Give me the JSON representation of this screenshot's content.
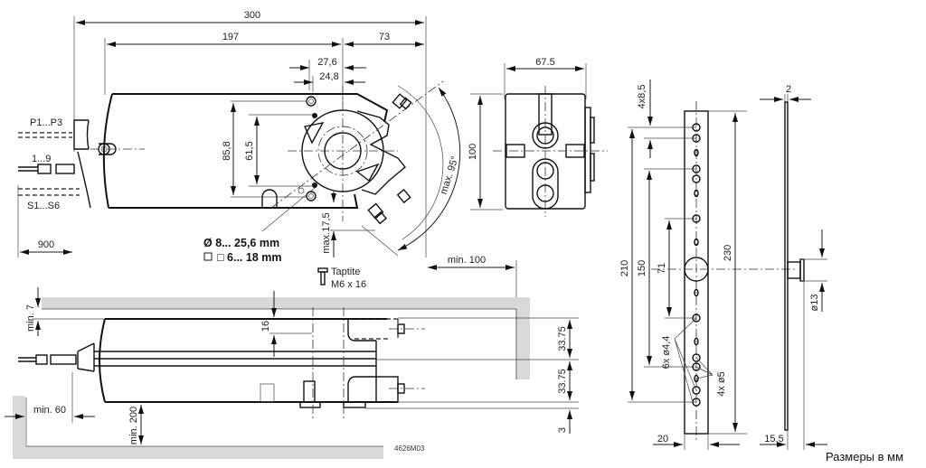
{
  "drawing": {
    "title_note": "Размеры в мм",
    "drawing_number": "4626M03",
    "top_view": {
      "dim_total_length": "300",
      "dim_body_length": "197",
      "dim_hub_offset": "73",
      "dim_mount_outer": "27,6",
      "dim_mount_inner": "24,8",
      "dim_height_outer": "85,8",
      "dim_height_inner": "61,5",
      "dim_max_shaft": "max.17,5",
      "dim_rotation": "max. 95°",
      "dim_cable_clearance": "900",
      "dim_side_clearance": "min. 100",
      "cable_p": "P1...P3",
      "cable_main": "1...9",
      "cable_s": "S1...S6",
      "shaft_round": "Ø 8... 25,6 mm",
      "shaft_square": "□ 6... 18 mm",
      "screw_label_1": "Taptite",
      "screw_label_2": "M6 x 16"
    },
    "side_view": {
      "dim_top_clearance": "min. 7",
      "dim_rail": "16",
      "dim_upper_half": "33.75",
      "dim_lower_half": "33.75",
      "dim_base": "3",
      "dim_rear_clearance": "min. 60",
      "dim_bottom_clearance": "min. 200"
    },
    "end_view": {
      "dim_width": "67.5",
      "dim_height": "100"
    },
    "bracket_view": {
      "dim_slot_pitch": "4x8,5",
      "dim_total": "210",
      "dim_mid": "150",
      "dim_short": "71",
      "dim_length": "230",
      "dim_width": "20",
      "holes_small": "6x ø4,4",
      "holes_large": "4x ø5",
      "dim_thickness": "2",
      "dim_pin_diameter": "ø13",
      "dim_pin_length": "15,5"
    }
  }
}
